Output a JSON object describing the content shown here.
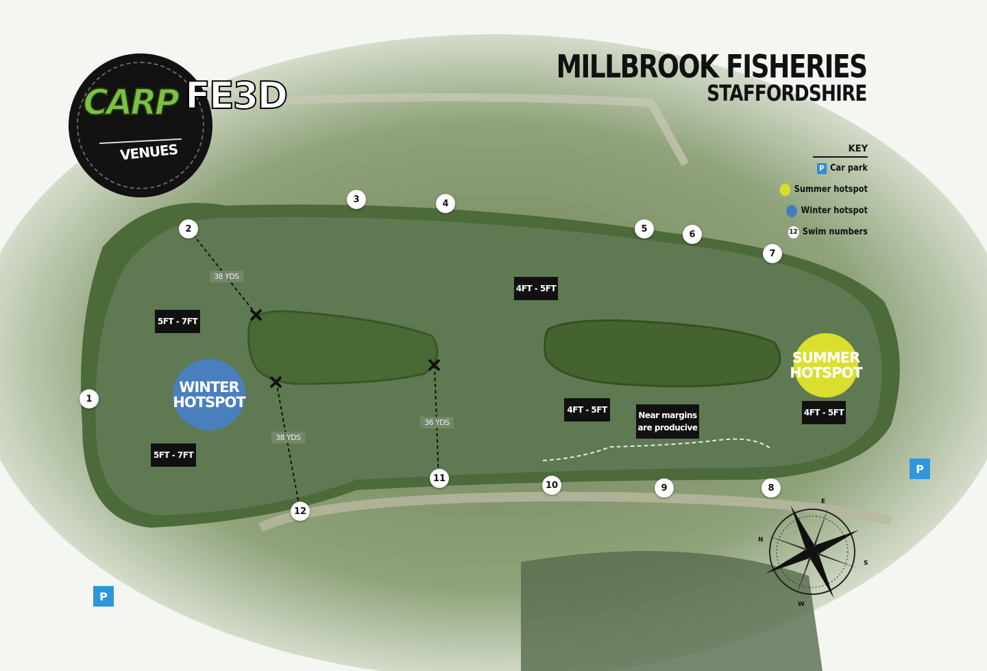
{
  "title": "MILLBROOK FISHERIES",
  "subtitle": "STAFFORDSHIRE",
  "logo": {
    "brand_left": "CARP",
    "brand_right": "FE3D",
    "tagline": "VENUES"
  },
  "key": {
    "heading": "KEY",
    "items": [
      {
        "symbol": "P",
        "label": "Car park"
      },
      {
        "symbol": "summer",
        "label": "Summer hotspot"
      },
      {
        "symbol": "winter",
        "label": "Winter hotspot"
      },
      {
        "symbol": "12",
        "label": "Swim numbers"
      }
    ]
  },
  "swims": [
    "1",
    "2",
    "3",
    "4",
    "5",
    "6",
    "7",
    "8",
    "9",
    "10",
    "11",
    "12"
  ],
  "depths": [
    "5FT - 7FT",
    "5FT - 7FT",
    "4FT - 5FT",
    "4FT - 5FT",
    "4FT - 5FT"
  ],
  "distances": [
    "38 YDS",
    "38 YDS",
    "36 YDS"
  ],
  "hotspots": {
    "winter": [
      "WINTER",
      "HOTSPOT"
    ],
    "summer": [
      "SUMMER",
      "HOTSPOT"
    ]
  },
  "note": [
    "Near margins",
    "are producive"
  ],
  "parking_label": "P",
  "compass": {
    "n": "N",
    "e": "E",
    "s": "S",
    "w": "W"
  },
  "colors": {
    "water": "#5f7a52",
    "bank": "#8a9c70",
    "summer": "#d9df2c",
    "winter": "#4a7fbe",
    "parking": "#2f95dc"
  }
}
